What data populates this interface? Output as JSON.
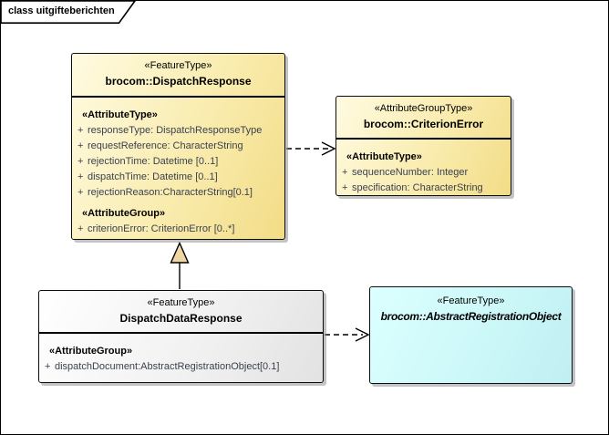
{
  "frame": {
    "label": "class uitgifteberichten"
  },
  "colors": {
    "class_fill_light": "#FFFBE2",
    "class_fill_dark": "#F2DC86",
    "neutral_fill_light": "#FFFFFF",
    "neutral_fill_dark": "#E2E2E2",
    "abstract_fill_light": "#DCFFFF",
    "abstract_fill_dark": "#C0EFF2",
    "border": "#000000",
    "attribute_text": "#3A4150",
    "generalization_triangle_fill": "#EFD7A5",
    "shadow": "#919191"
  },
  "boxes": {
    "dispatchResponse": {
      "stereotype": "«FeatureType»",
      "name": "brocom::DispatchResponse",
      "sections": [
        {
          "label": "«AttributeType»",
          "items": [
            {
              "vis": "+",
              "text": "responseType: DispatchResponseType"
            },
            {
              "vis": "+",
              "text": "requestReference: CharacterString"
            },
            {
              "vis": "+",
              "text": "rejectionTime: Datetime [0..1]"
            },
            {
              "vis": "+",
              "text": "dispatchTime: Datetime [0..1]"
            },
            {
              "vis": "+",
              "text": "rejectionReason:CharacterString[0.1]"
            }
          ]
        },
        {
          "label": "«AttributeGroup»",
          "items": [
            {
              "vis": "+",
              "text": "criterionError: CriterionError [0..*]"
            }
          ]
        }
      ]
    },
    "criterionError": {
      "stereotype": "«AttributeGroupType»",
      "name": "brocom::CriterionError",
      "sections": [
        {
          "label": "«AttributeType»",
          "items": [
            {
              "vis": "+",
              "text": "sequenceNumber: Integer"
            },
            {
              "vis": "+",
              "text": "specification: CharacterString"
            }
          ]
        }
      ]
    },
    "dispatchDataResponse": {
      "stereotype": "«FeatureType»",
      "name": "DispatchDataResponse",
      "sections": [
        {
          "label": "«AttributeGroup»",
          "items": [
            {
              "vis": "+",
              "text": "dispatchDocument:AbstractRegistrationObject[0.1]"
            }
          ]
        }
      ]
    },
    "abstractRegistrationObject": {
      "stereotype": "«FeatureType»",
      "name": "brocom::AbstractRegistrationObject"
    }
  },
  "relationships": [
    {
      "from": "brocom::DispatchResponse",
      "to": "brocom::CriterionError",
      "type": "dependency (dashed, open arrow)"
    },
    {
      "from": "DispatchDataResponse",
      "to": "brocom::DispatchResponse",
      "type": "generalization (solid, hollow triangle)"
    },
    {
      "from": "DispatchDataResponse",
      "to": "brocom::AbstractRegistrationObject",
      "type": "dependency (dashed, open arrow)"
    }
  ]
}
